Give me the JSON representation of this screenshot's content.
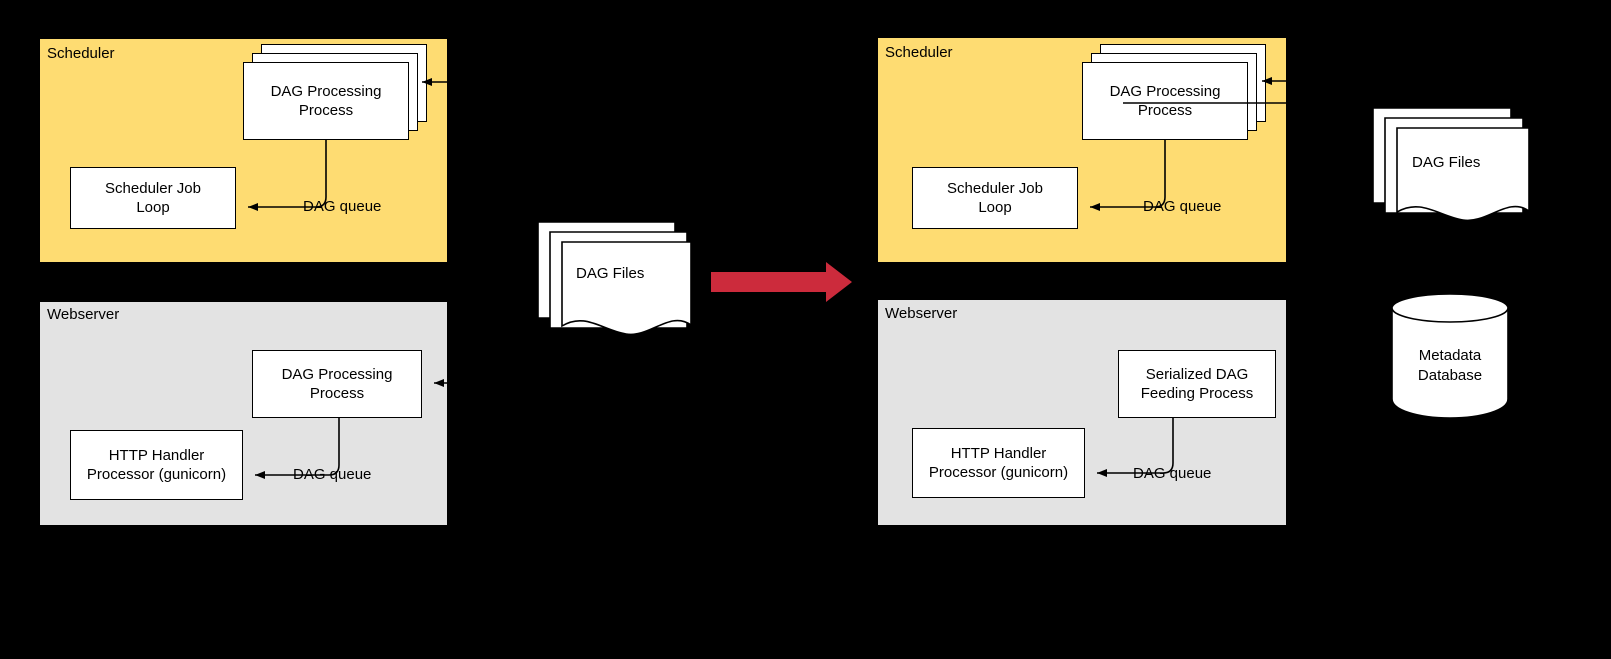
{
  "diagram": {
    "title": "Airflow DAG Serialization Architecture Comparison",
    "background_color": "#000000",
    "colors": {
      "scheduler_panel": "#FEDC72",
      "webserver_panel": "#E3E3E3",
      "node_fill": "#FFFFFF",
      "stroke": "#000000",
      "transition_arrow": "#CC2B3C"
    }
  },
  "left_diagram": {
    "scheduler_panel": {
      "label": "Scheduler",
      "dag_processing_process": "DAG Processing\nProcess",
      "dag_processing_process_line1": "DAG Processing",
      "dag_processing_process_line2": "Process",
      "scheduler_job_loop_line1": "Scheduler Job",
      "scheduler_job_loop_line2": "Loop",
      "queue_label": "DAG queue"
    },
    "webserver_panel": {
      "label": "Webserver",
      "dag_processing_process_line1": "DAG Processing",
      "dag_processing_process_line2": "Process",
      "http_handler_line1": "HTTP Handler",
      "http_handler_line2": "Processor (gunicorn)",
      "queue_label": "DAG queue"
    }
  },
  "center": {
    "dag_files_label": "DAG Files",
    "transition_arrow_name": "right-arrow"
  },
  "right_diagram": {
    "scheduler_panel": {
      "label": "Scheduler",
      "dag_processing_process_line1": "DAG Processing",
      "dag_processing_process_line2": "Process",
      "scheduler_job_loop_line1": "Scheduler Job",
      "scheduler_job_loop_line2": "Loop",
      "queue_label": "DAG queue"
    },
    "webserver_panel": {
      "label": "Webserver",
      "serialized_feeder_line1": "Serialized DAG",
      "serialized_feeder_line2": "Feeding Process",
      "http_handler_line1": "HTTP Handler",
      "http_handler_line2": "Processor (gunicorn)",
      "queue_label": "DAG queue"
    }
  },
  "right_side": {
    "dag_files_label": "DAG Files",
    "metadata_database_line1": "Metadata",
    "metadata_database_line2": "Database"
  }
}
